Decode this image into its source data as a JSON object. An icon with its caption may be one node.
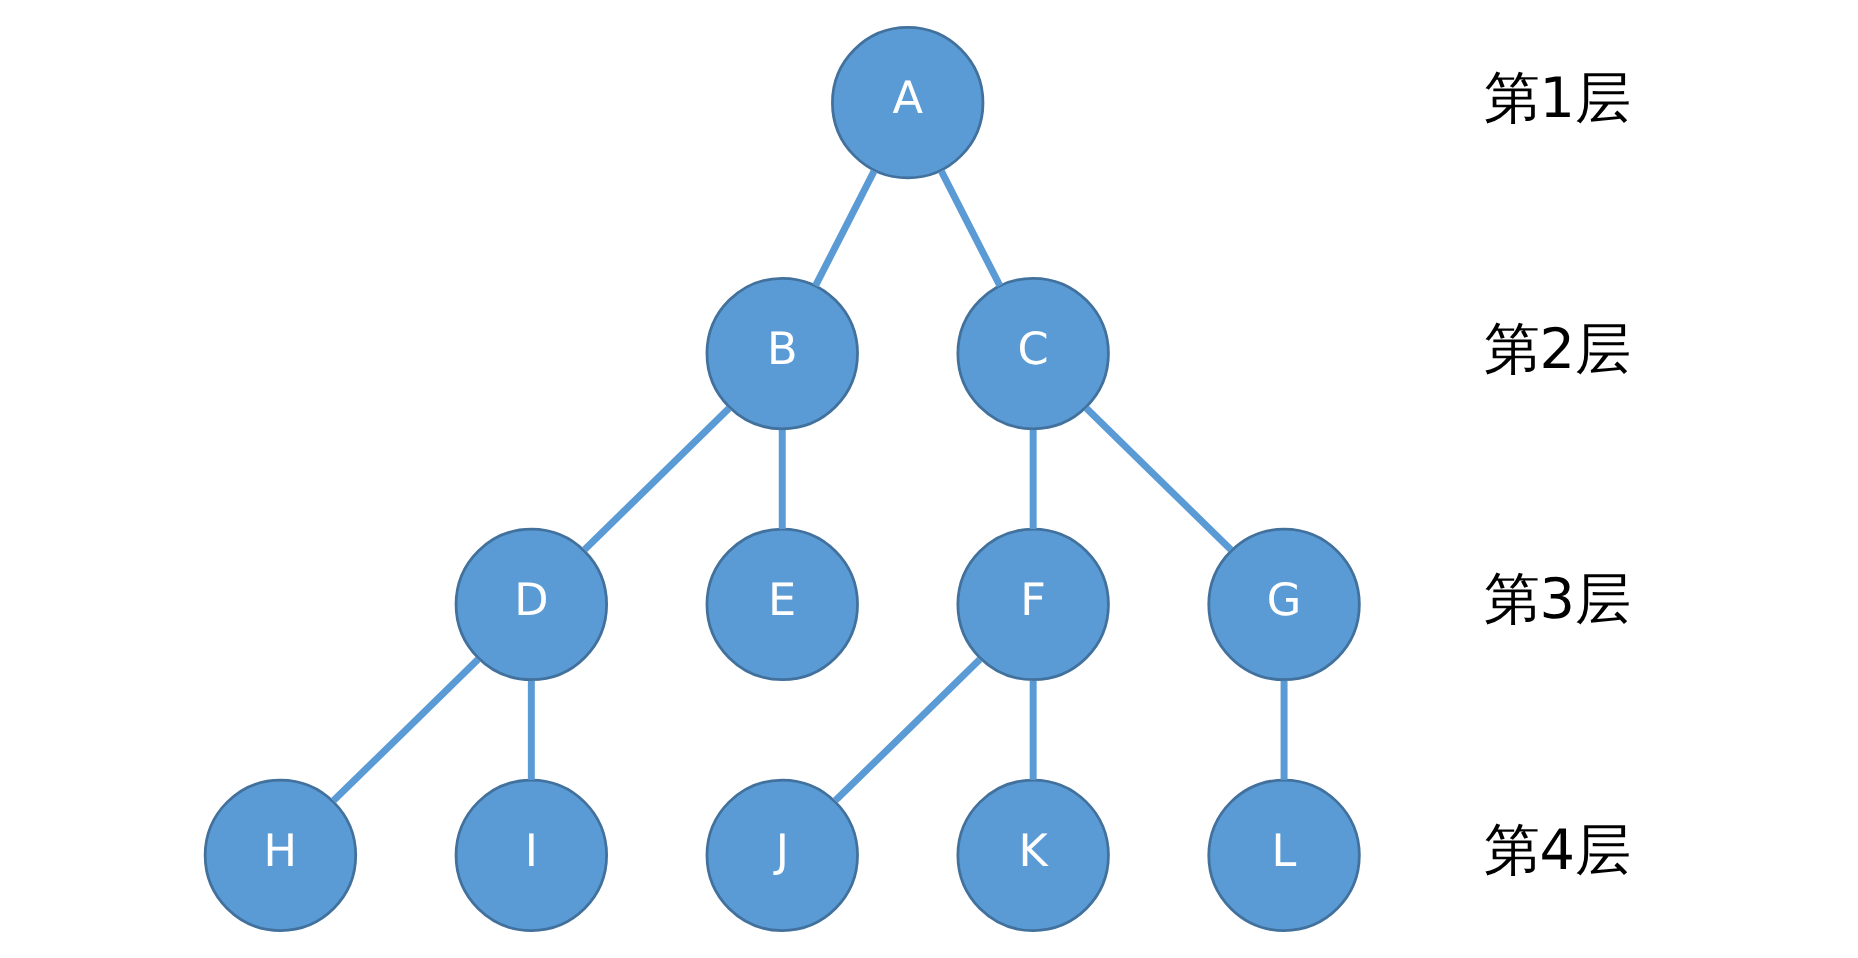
{
  "diagram": {
    "nodes": [
      {
        "text": [
          "A"
        ]
      },
      {
        "text": [
          "B"
        ]
      },
      {
        "text": [
          "C"
        ]
      },
      {
        "text": [
          "D"
        ]
      },
      {
        "text": [
          "E"
        ]
      },
      {
        "text": [
          "F"
        ]
      },
      {
        "text": [
          "G"
        ]
      },
      {
        "text": [
          "H"
        ]
      },
      {
        "text": [
          "I"
        ]
      },
      {
        "text": [
          "J"
        ]
      },
      {
        "text": [
          "K"
        ]
      },
      {
        "text": [
          "L"
        ]
      }
    ],
    "edges": [
      {
        "from": 0,
        "to": 1,
        "arrow": "none"
      },
      {
        "from": 0,
        "to": 2,
        "arrow": "none"
      },
      {
        "from": 1,
        "to": 3,
        "arrow": "none"
      },
      {
        "from": 1,
        "to": 4,
        "arrow": "none"
      },
      {
        "from": 2,
        "to": 5,
        "arrow": "none"
      },
      {
        "from": 2,
        "to": 6,
        "arrow": "none"
      },
      {
        "from": 3,
        "to": 7,
        "arrow": "none"
      },
      {
        "from": 3,
        "to": 8,
        "arrow": "none"
      },
      {
        "from": 5,
        "to": 9,
        "arrow": "none"
      },
      {
        "from": 5,
        "to": 10,
        "arrow": "none"
      },
      {
        "from": 6,
        "to": 11,
        "arrow": "none"
      }
    ],
    "labels": [
      "第1层",
      "第2层",
      "第3层",
      "第4层"
    ]
  }
}
